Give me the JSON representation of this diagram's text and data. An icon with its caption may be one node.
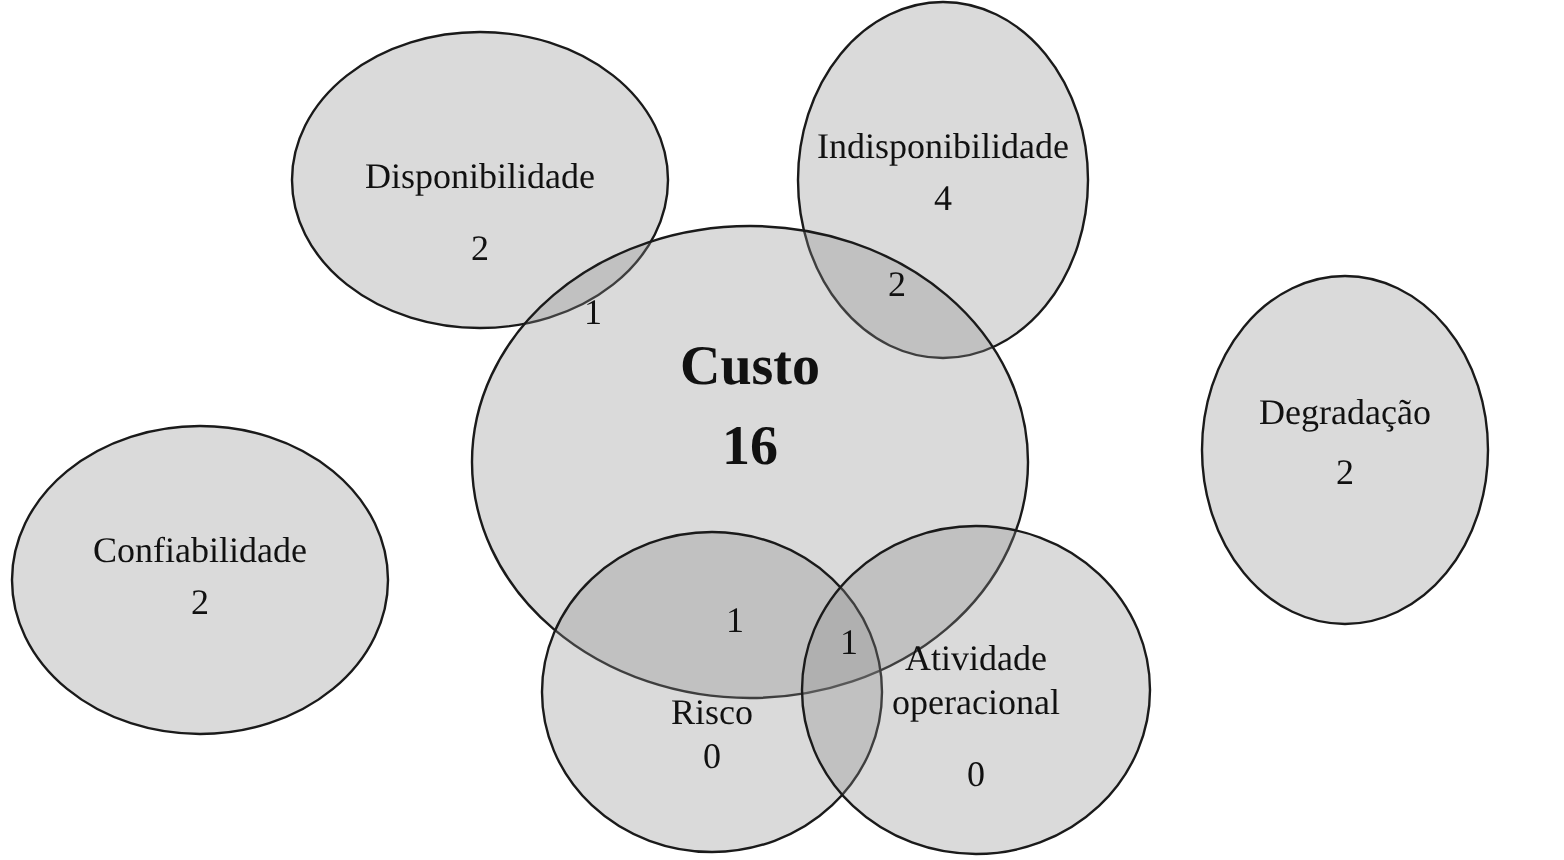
{
  "diagram": {
    "nodes": [
      {
        "text": [
          "Disponibilidade",
          "2"
        ]
      },
      {
        "text": [
          "Indisponibilidade",
          "4"
        ]
      },
      {
        "text": [
          "Custo",
          "16"
        ]
      },
      {
        "text": [
          "Degradação",
          "2"
        ]
      },
      {
        "text": [
          "Confiabilidade",
          "2"
        ]
      },
      {
        "text": [
          "Risco",
          "0"
        ]
      },
      {
        "text": [
          "Atividade operacional",
          "0"
        ]
      }
    ],
    "edges": [],
    "labels": [
      "1",
      "2",
      "1",
      "1"
    ]
  }
}
